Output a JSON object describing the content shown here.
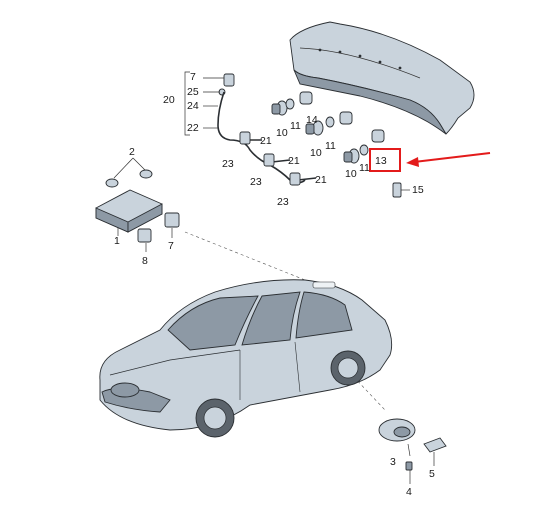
{
  "diagram": {
    "callouts": {
      "c1": "1",
      "c2": "2",
      "c3": "3",
      "c4": "4",
      "c5": "5",
      "c7a": "7",
      "c7b": "7",
      "c8": "8",
      "c10a": "10",
      "c10b": "10",
      "c10c": "10",
      "c11a": "11",
      "c11b": "11",
      "c11c": "11",
      "c13": "13",
      "c14": "14",
      "c15": "15",
      "c20": "20",
      "c21a": "21",
      "c21b": "21",
      "c21c": "21",
      "c22": "22",
      "c23a": "23",
      "c23b": "23",
      "c23c": "23",
      "c24": "24",
      "c25": "25"
    },
    "colors": {
      "part_fill": "#c9d3dc",
      "part_shade": "#8d99a5",
      "outline": "#2b2f33",
      "highlight": "#e31b1b"
    }
  }
}
